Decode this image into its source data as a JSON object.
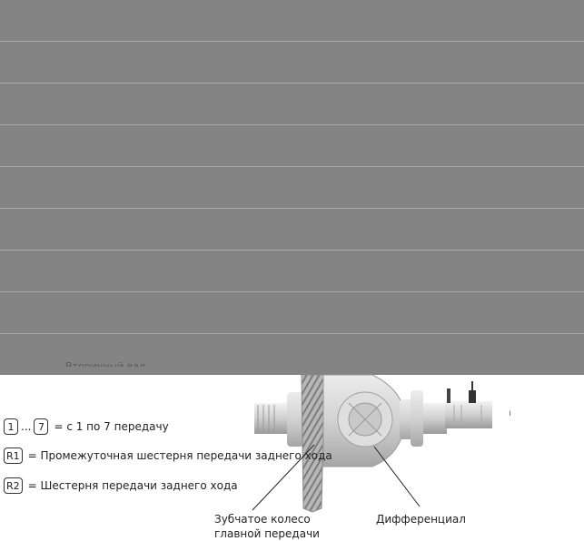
{
  "clipped_fragment": "Вторичный вал",
  "legend": [
    {
      "box_start": "1",
      "dots": "...",
      "box_end": "7",
      "text": "= с 1 по 7 передачу"
    },
    {
      "box_start": "R1",
      "text": "= Промежуточная шестерня передачи заднего хода"
    },
    {
      "box_start": "R2",
      "text": "= Шестерня передачи заднего хода"
    }
  ],
  "callouts": {
    "gear_line1": "Зубчатое колесо",
    "gear_line2": "главной передачи",
    "differential": "Дифференциал"
  },
  "stray_mark": "ı",
  "colors": {
    "overlay": "#848484",
    "overlay_line": "#a9a9a9",
    "metal_light": "#dcdcdc",
    "metal_mid": "#bdbdbd",
    "metal_dark": "#8e8e8e"
  }
}
